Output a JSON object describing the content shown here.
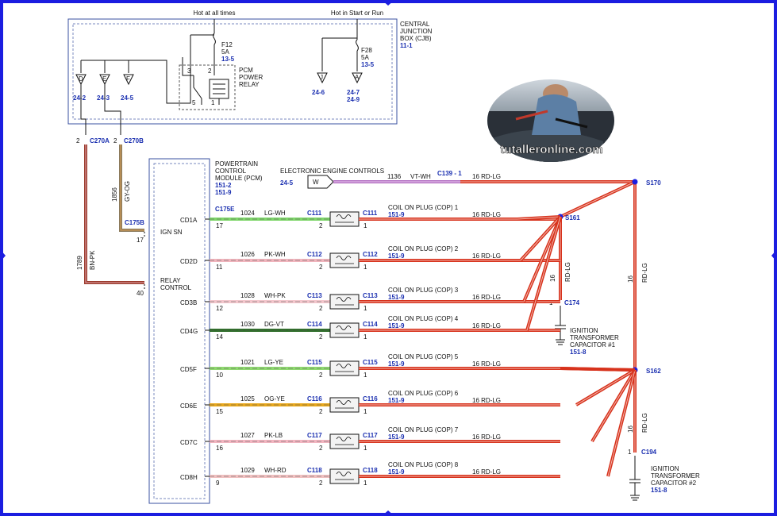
{
  "cjb": {
    "hot_always": "Hot at all times",
    "hot_start_run": "Hot in Start or Run",
    "title": [
      "CENTRAL",
      "JUNCTION",
      "BOX (CJB)"
    ],
    "ref": "11-1",
    "f12_name": "F12",
    "f12_amps": "5A",
    "f12_ref": "13-5",
    "f28_name": "F28",
    "f28_amps": "5A",
    "f28_ref": "13-5",
    "relay_label": [
      "PCM",
      "POWER",
      "RELAY"
    ],
    "relay_pins": [
      "3",
      "2",
      "5",
      "1"
    ],
    "left_grounds": [
      {
        "letter": "D",
        "ref": "24-2"
      },
      {
        "letter": "E",
        "ref": "24-3"
      },
      {
        "letter": "F",
        "ref": "24-5"
      }
    ],
    "right_grounds": [
      {
        "letter": "J",
        "ref": "24-6"
      },
      {
        "letter": "A",
        "ref1": "24-7",
        "ref2": "24-9"
      }
    ]
  },
  "connectors": {
    "c270a": "C270A",
    "c270a_pin": "2",
    "c270b": "C270B",
    "c270b_pin": "2",
    "c175b": "C175B",
    "c175b_pin": "17",
    "relay_pin": "40",
    "wire_1856": "1856",
    "wire_1856_color": "GY-OG",
    "wire_1789": "1789",
    "wire_1789_color": "BN-PK"
  },
  "pcm": {
    "title": [
      "POWERTRAIN",
      "CONTROL",
      "MODULE (PCM)"
    ],
    "ref1": "151-2",
    "ref2": "151-9",
    "c175e": "C175E",
    "ign_label": "IGN SN",
    "relay_label": [
      "RELAY",
      "CONTROL"
    ]
  },
  "eec": {
    "label": "ELECTRONIC ENGINE CONTROLS",
    "ref": "24-5",
    "box": "W",
    "circuit": "1136",
    "color": "VT-WH",
    "connector": "C139 - 1",
    "wire": "16 RD-LG"
  },
  "coils": [
    {
      "pin": "CD1A",
      "pcm_pin": "17",
      "circuit": "1024",
      "color": "LG-WH",
      "wire_hex": "#7fd66a",
      "conn": "C111",
      "name": "COIL ON PLUG (COP) 1",
      "ref": "151-9",
      "wire": "16 RD-LG"
    },
    {
      "pin": "CD2D",
      "pcm_pin": "11",
      "circuit": "1026",
      "color": "PK-WH",
      "wire_hex": "#f1b5bd",
      "conn": "C112",
      "name": "COIL ON PLUG (COP) 2",
      "ref": "151-9",
      "wire": "16 RD-LG"
    },
    {
      "pin": "CD3B",
      "pcm_pin": "12",
      "circuit": "1028",
      "color": "WH-PK",
      "wire_hex": "#f3c6cc",
      "conn": "C113",
      "name": "COIL ON PLUG (COP) 3",
      "ref": "151-9",
      "wire": "16 RD-LG"
    },
    {
      "pin": "CD4G",
      "pcm_pin": "14",
      "circuit": "1030",
      "color": "DG-VT",
      "wire_hex": "#2f6e2a",
      "conn": "C114",
      "name": "COIL ON PLUG (COP) 4",
      "ref": "151-9",
      "wire": "16 RD-LG"
    },
    {
      "pin": "CD5F",
      "pcm_pin": "10",
      "circuit": "1021",
      "color": "LG-YE",
      "wire_hex": "#8fd870",
      "conn": "C115",
      "name": "COIL ON PLUG (COP) 5",
      "ref": "151-9",
      "wire": "16 RD-LG"
    },
    {
      "pin": "CD6E",
      "pcm_pin": "15",
      "circuit": "1025",
      "color": "OG-YE",
      "wire_hex": "#e8a81c",
      "conn": "C116",
      "name": "COIL ON PLUG (COP) 6",
      "ref": "151-9",
      "wire": "16 RD-LG"
    },
    {
      "pin": "CD7C",
      "pcm_pin": "16",
      "circuit": "1027",
      "color": "PK-LB",
      "wire_hex": "#f2b5c0",
      "conn": "C117",
      "name": "COIL ON PLUG (COP) 7",
      "ref": "151-9",
      "wire": "16 RD-LG"
    },
    {
      "pin": "CD8H",
      "pcm_pin": "9",
      "circuit": "1029",
      "color": "WH-RD",
      "wire_hex": "#f0c0c0",
      "conn": "C118",
      "name": "COIL ON PLUG (COP) 8",
      "ref": "151-9",
      "wire": "16 RD-LG"
    }
  ],
  "coil_pin_in": "2",
  "coil_pin_out": "1",
  "splices": {
    "s170": "S170",
    "s161": "S161",
    "s162": "S162",
    "s170_wire_num": "16",
    "s170_wire_color": "RD-LG",
    "s161_wire_num": "16",
    "s161_wire_color": "RD-LG",
    "s162_wire_num": "16",
    "s162_wire_color": "RD-LG"
  },
  "capacitors": [
    {
      "conn": "C174",
      "pin": "1",
      "name": [
        "IGNITION",
        "TRANSFORMER",
        "CAPACITOR #1"
      ],
      "ref": "151-8"
    },
    {
      "conn": "C194",
      "pin": "1",
      "name": [
        "IGNITION",
        "TRANSFORMER",
        "CAPACITOR #2"
      ],
      "ref": "151-8"
    }
  ],
  "watermark": "tutalleronline.com",
  "colors": {
    "frame": "#1b1de0",
    "red_wire": "#d7321c",
    "brown_wire": "#9a3b2c",
    "gray_wire": "#8a7a5c",
    "violet_wire": "#d48ad8",
    "ref_text": "#1a2fb0"
  }
}
